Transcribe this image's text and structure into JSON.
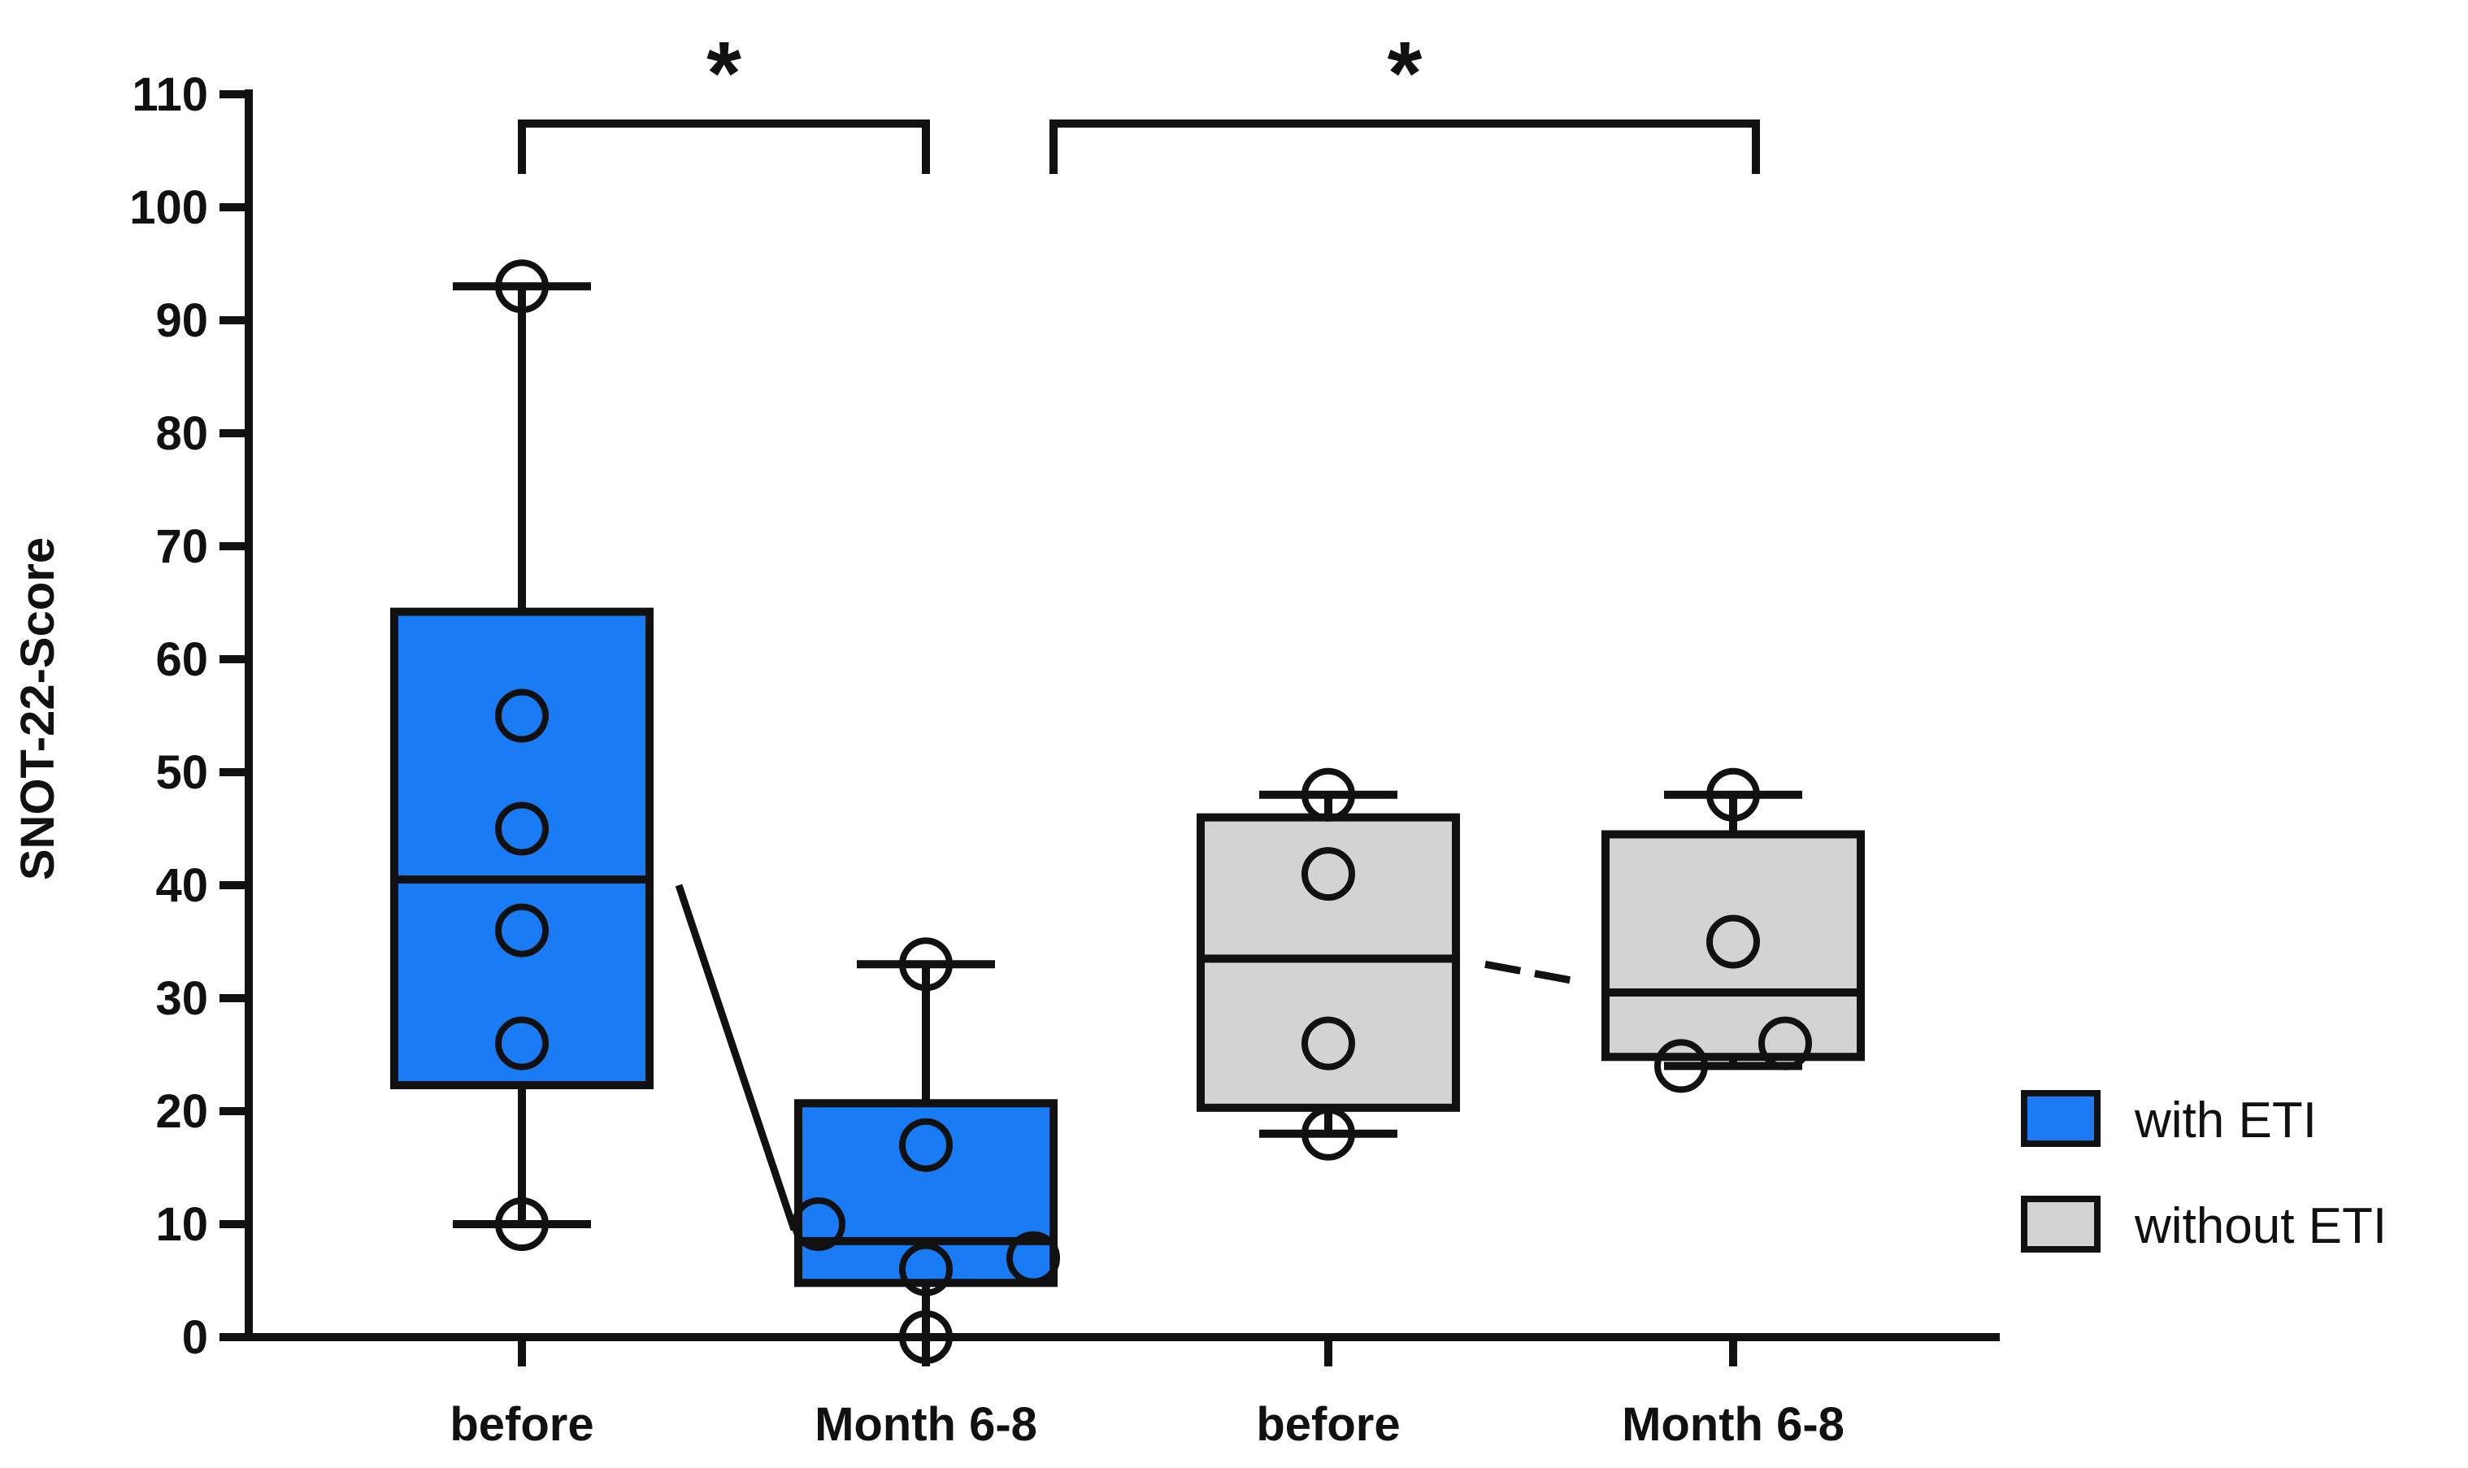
{
  "chart_data": {
    "type": "box",
    "ylabel": "SNOT-22-Score",
    "xlabel": "",
    "ylim": [
      0,
      110
    ],
    "yticks": [
      0,
      10,
      20,
      30,
      40,
      50,
      60,
      70,
      80,
      90,
      100,
      110
    ],
    "categories": [
      "before",
      "Month 6-8",
      "before",
      "Month 6-8"
    ],
    "groups": [
      {
        "legend": "with ETI",
        "color": "#1a7cf4",
        "boxes": [
          {
            "category": "before",
            "min": 10,
            "q1": 22.3,
            "median": 40.5,
            "q3": 64.2,
            "max": 93,
            "points": [
              93,
              55,
              45,
              36,
              26,
              10
            ]
          },
          {
            "category": "Month 6-8",
            "min": 0,
            "q1": 4.8,
            "median": 8.5,
            "q3": 20.7,
            "max": 33,
            "points": [
              33,
              17,
              10,
              7,
              6,
              0
            ]
          }
        ],
        "connector": {
          "from_median": 40,
          "to_median": 9.5,
          "style": "solid"
        }
      },
      {
        "legend": "without ETI",
        "color": "#d3d3d3",
        "boxes": [
          {
            "category": "before",
            "min": 18,
            "q1": 20.3,
            "median": 33.5,
            "q3": 46,
            "max": 48,
            "points": [
              48,
              41,
              26,
              18
            ]
          },
          {
            "category": "Month 6-8",
            "min": 24,
            "q1": 24.8,
            "median": 30.5,
            "q3": 44.5,
            "max": 48,
            "points": [
              48,
              35,
              26,
              24
            ]
          }
        ],
        "connector": {
          "from_median": 33,
          "to_median": 31.5,
          "style": "dashed"
        }
      }
    ],
    "significance": [
      {
        "label": "*",
        "from": "with ETI before",
        "to": "with ETI Month 6-8"
      },
      {
        "label": "*",
        "from": "without ETI before",
        "to": "without ETI Month 6-8"
      }
    ],
    "legend_position": "right",
    "grid": false
  }
}
